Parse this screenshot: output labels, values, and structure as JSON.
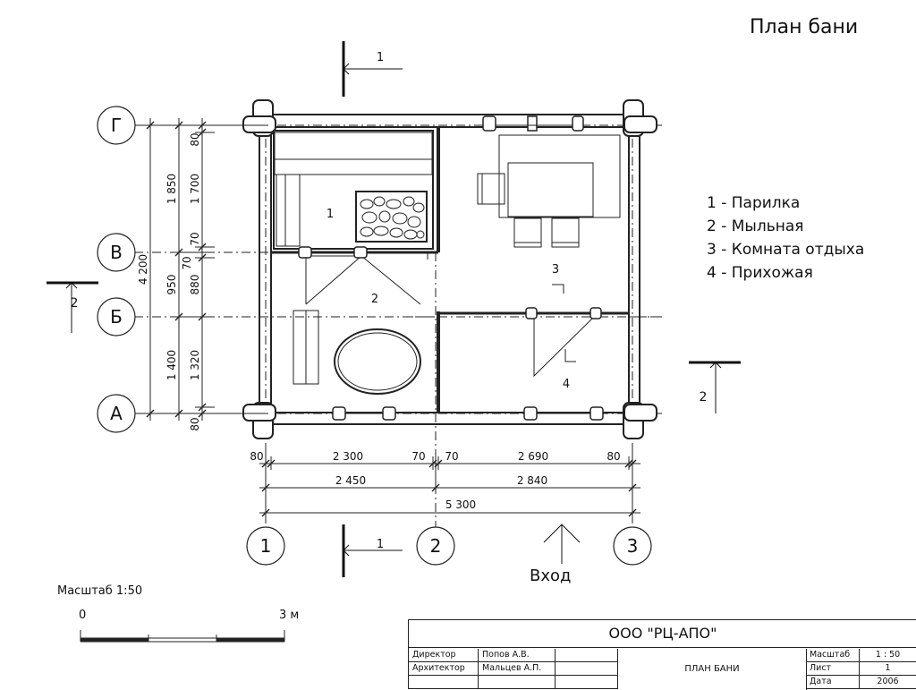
{
  "title": "План бани",
  "legend": [
    "1 - Парилка",
    "2 - Мыльная",
    "3 - Комната отдыха",
    "4 - Прихожая"
  ],
  "axes": {
    "rows": [
      "Г",
      "В",
      "Б",
      "А"
    ],
    "cols": [
      "1",
      "2",
      "3"
    ]
  },
  "room_numbers": [
    "1",
    "2",
    "3",
    "4"
  ],
  "sections": {
    "section_1": "1",
    "section_2": "2"
  },
  "dims_left": {
    "outer": "4 200",
    "mid": [
      "1 850",
      "950",
      "1 400"
    ],
    "inner": [
      "80",
      "1 700",
      "70",
      "880",
      "1 320",
      "80"
    ],
    "extra70": "70"
  },
  "dims_bottom": {
    "row1": [
      "80",
      "2 300",
      "70",
      "70",
      "2 690",
      "80"
    ],
    "row2": [
      "2 450",
      "2 840"
    ],
    "row3": [
      "5 300"
    ]
  },
  "entry": "Вход",
  "scale": {
    "label": "Масштаб 1:50",
    "start": "0",
    "end": "3 м"
  },
  "stamp": {
    "org": "ООО \"РЦ-АПО\"",
    "director_role": "Директор",
    "director_name": "Попов А.В.",
    "architect_role": "Архитектор",
    "architect_name": "Мальцев А.П.",
    "sheet_title": "ПЛАН БАНИ",
    "scale_label": "Масштаб",
    "scale_value": "1 : 50",
    "sheet_label": "Лист",
    "sheet_value": "1",
    "date_label": "Дата",
    "date_value": "2006"
  }
}
